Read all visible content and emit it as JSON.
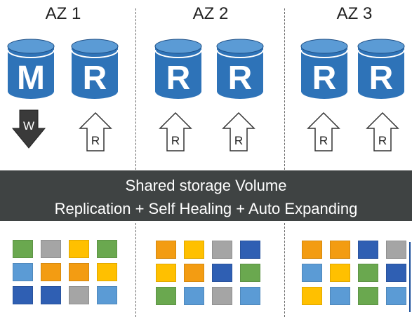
{
  "zones": [
    {
      "label": "AZ 1",
      "instances": [
        {
          "letter": "M"
        },
        {
          "letter": "R"
        }
      ],
      "ops": [
        {
          "letter": "W",
          "kind": "write"
        },
        {
          "letter": "R",
          "kind": "read"
        }
      ],
      "blocks": [
        [
          "green",
          "gray",
          "yellow",
          "green"
        ],
        [
          "lightblue",
          "orange",
          "orange",
          "yellow"
        ],
        [
          "darkblue",
          "darkblue",
          "gray",
          "lightblue"
        ]
      ]
    },
    {
      "label": "AZ 2",
      "instances": [
        {
          "letter": "R"
        },
        {
          "letter": "R"
        }
      ],
      "ops": [
        {
          "letter": "R",
          "kind": "read"
        },
        {
          "letter": "R",
          "kind": "read"
        }
      ],
      "blocks": [
        [
          "orange",
          "yellow",
          "gray",
          "darkblue"
        ],
        [
          "yellow",
          "orange",
          "darkblue",
          "green"
        ],
        [
          "green",
          "lightblue",
          "gray",
          "lightblue"
        ]
      ]
    },
    {
      "label": "AZ 3",
      "instances": [
        {
          "letter": "R"
        },
        {
          "letter": "R"
        }
      ],
      "ops": [
        {
          "letter": "R",
          "kind": "read"
        },
        {
          "letter": "R",
          "kind": "read"
        }
      ],
      "blocks": [
        [
          "orange",
          "orange",
          "darkblue",
          "gray"
        ],
        [
          "lightblue",
          "yellow",
          "green",
          "darkblue"
        ],
        [
          "yellow",
          "lightblue",
          "green",
          "lightblue"
        ]
      ]
    }
  ],
  "storage": {
    "line1": "Shared storage Volume",
    "line2": "Replication + Self Healing + Auto Expanding"
  },
  "colors": {
    "db_body": "#2e73b8",
    "db_top": "#5b9bd5",
    "band": "#3f4343",
    "block_palette": {
      "green": "#6aa84f",
      "gray": "#a5a5a5",
      "yellow": "#ffc000",
      "orange": "#f39c12",
      "lightblue": "#5b9bd5",
      "darkblue": "#2f5fb3"
    }
  }
}
